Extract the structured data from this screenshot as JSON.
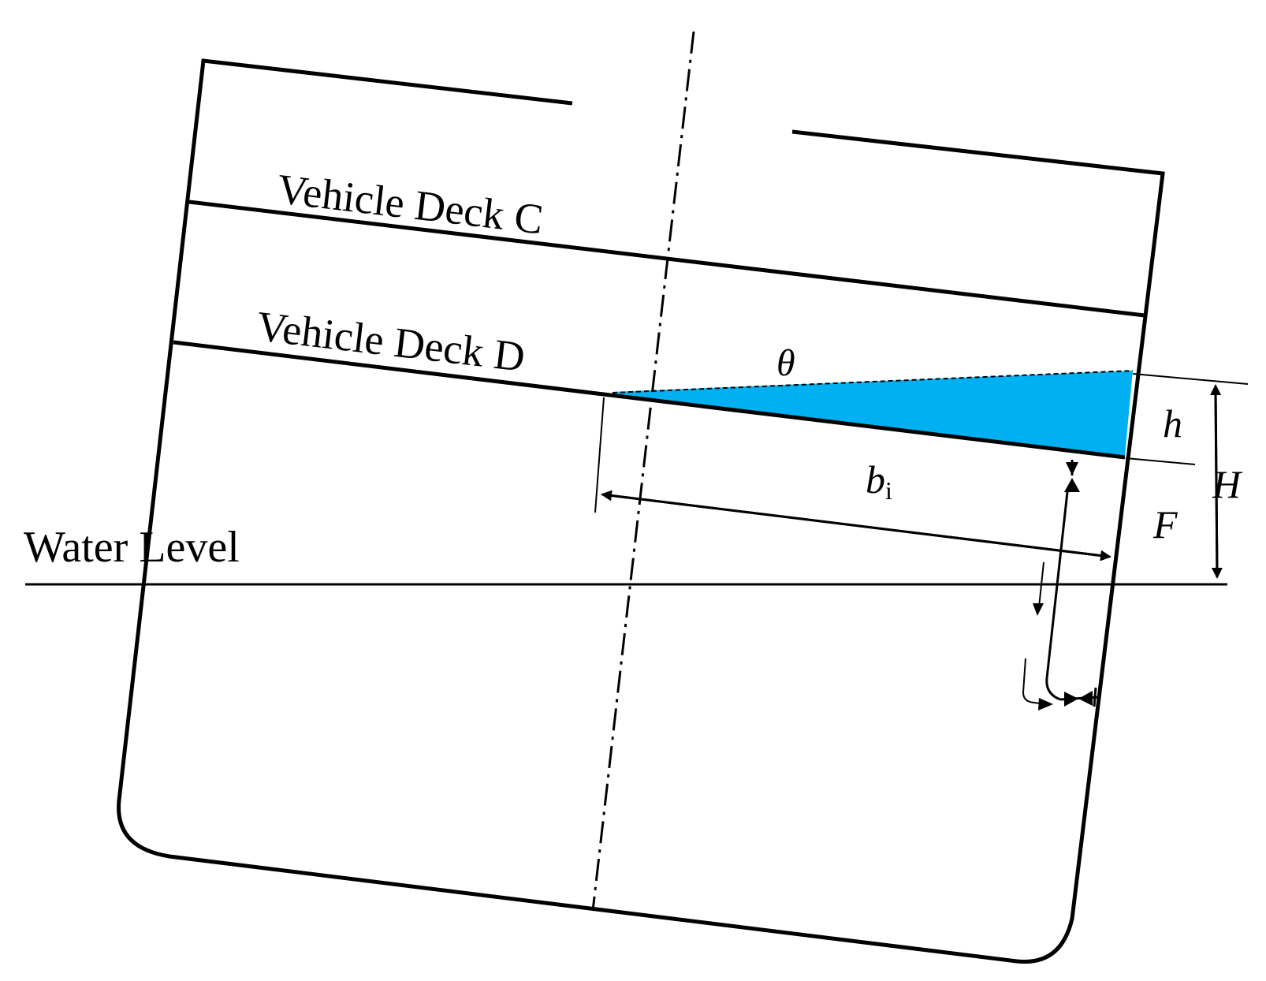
{
  "labels": {
    "deck_c": "Vehicle Deck C",
    "deck_d": "Vehicle Deck D",
    "water_level": "Water Level",
    "theta": "θ",
    "h": "h",
    "H": "H",
    "F": "F",
    "b": "b",
    "b_sub": "i"
  },
  "colors": {
    "water_fill": "#00B0F0",
    "line": "#000000"
  }
}
